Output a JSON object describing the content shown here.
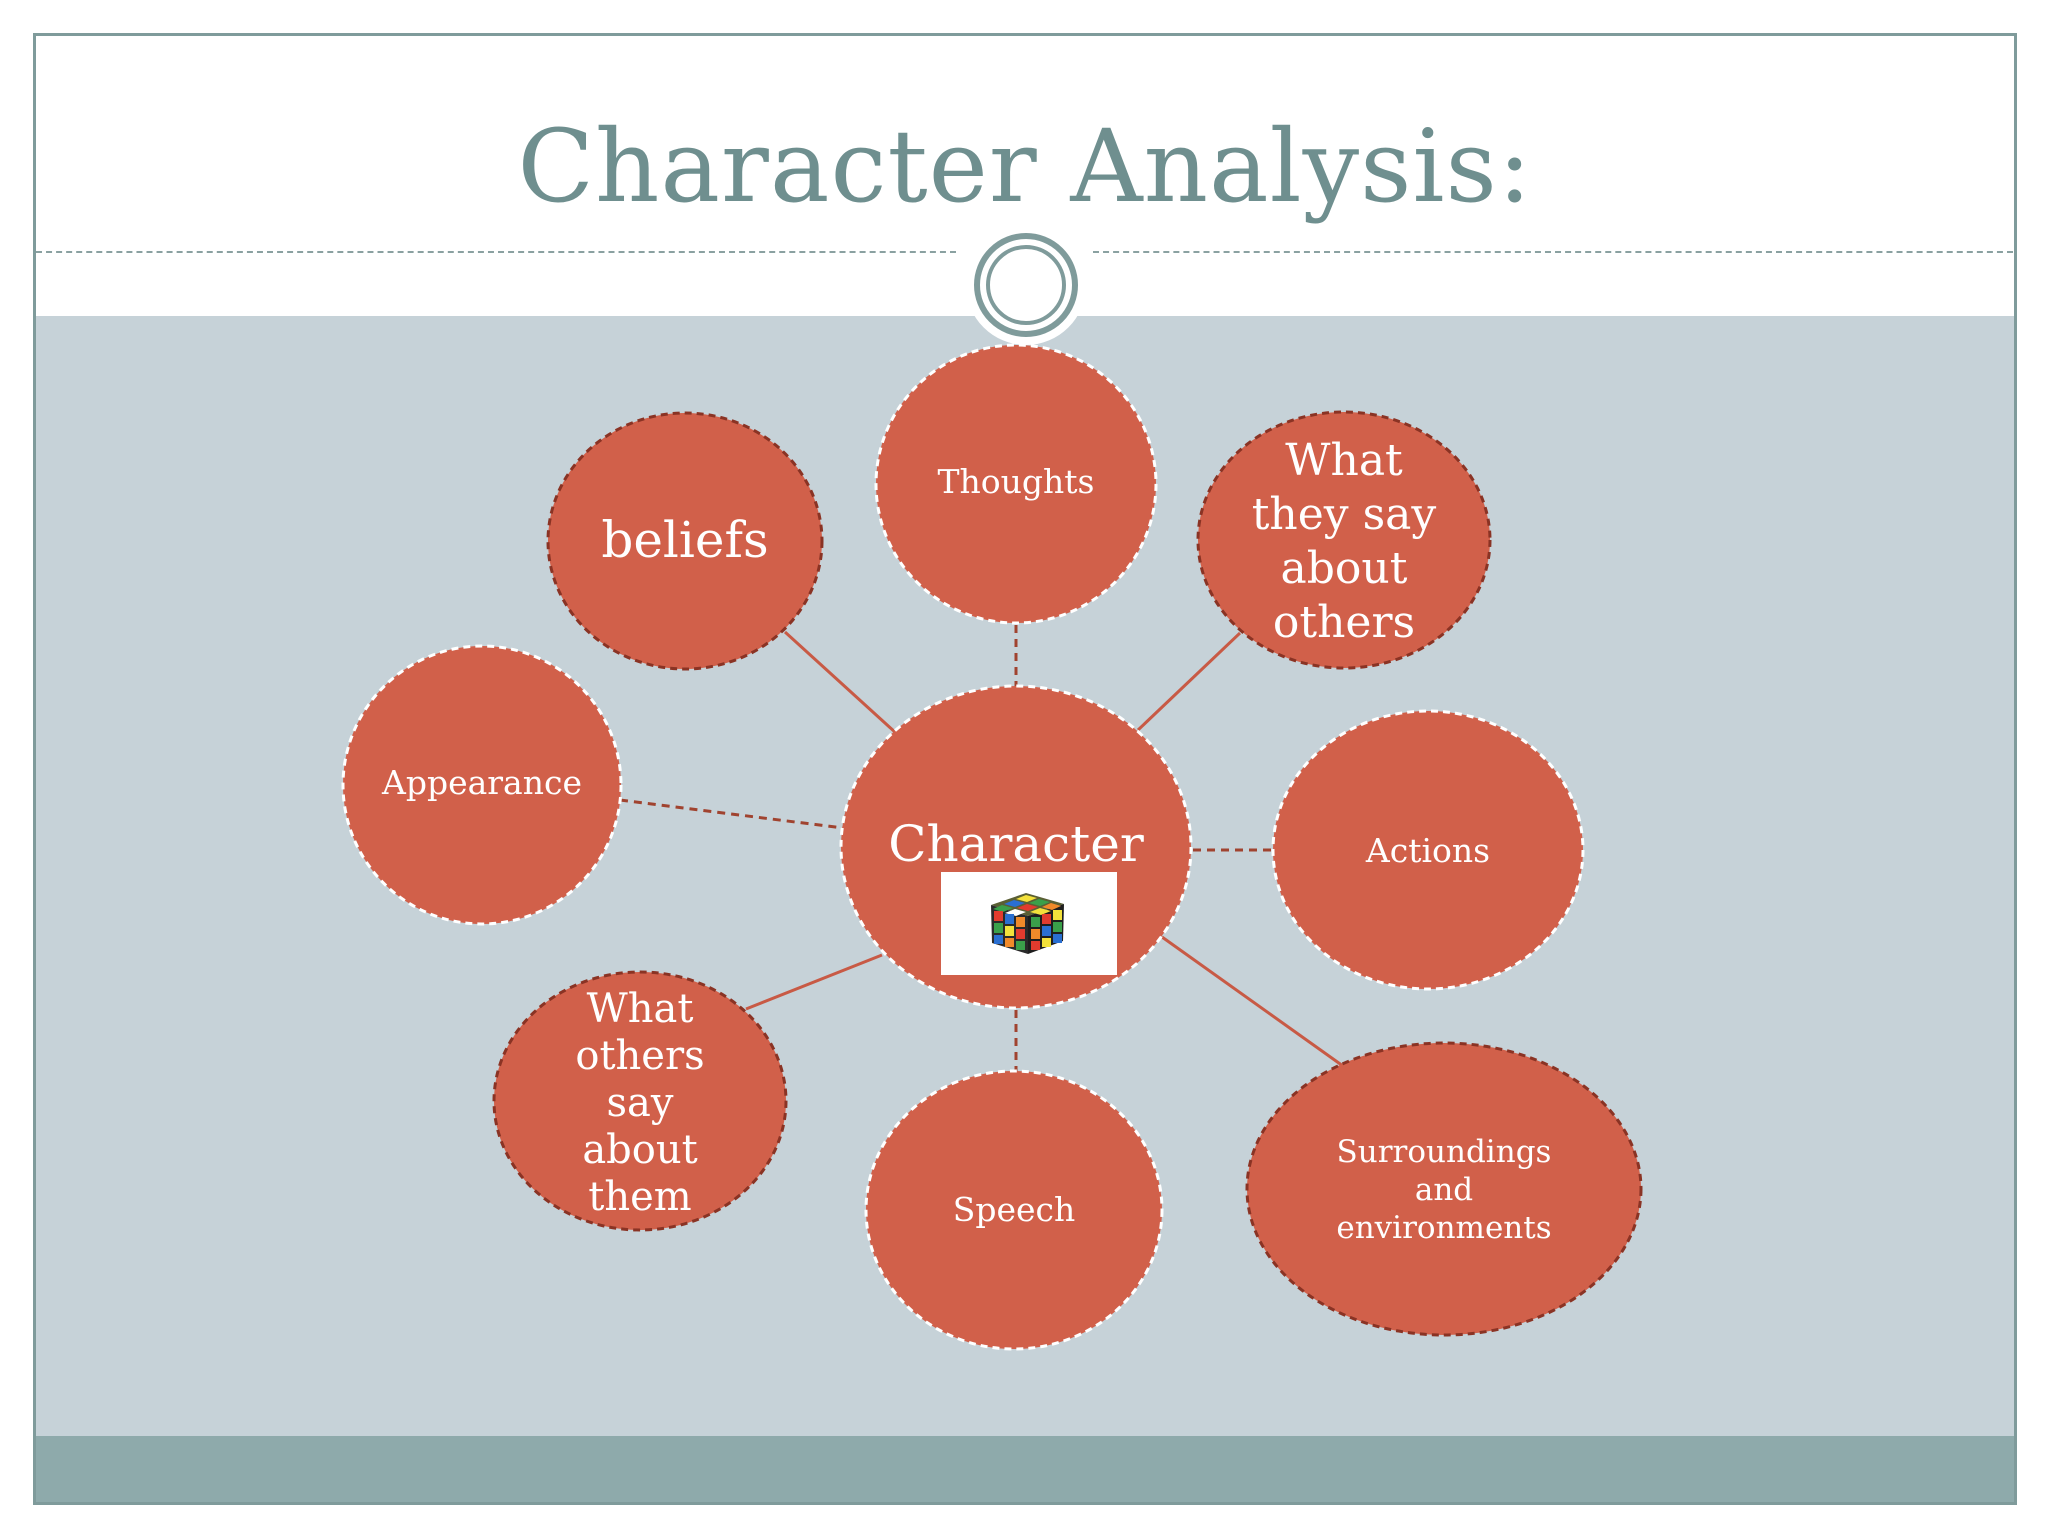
{
  "slide": {
    "title": "Character Analysis:"
  },
  "diagram": {
    "center": {
      "label": "Character",
      "image": "rubiks-cube"
    },
    "nodes": [
      {
        "id": "beliefs",
        "lines": [
          "beliefs"
        ]
      },
      {
        "id": "thoughts",
        "lines": [
          "Thoughts"
        ]
      },
      {
        "id": "what-they-say",
        "lines": [
          "What",
          "they say",
          "about",
          "others"
        ]
      },
      {
        "id": "appearance",
        "lines": [
          "Appearance"
        ]
      },
      {
        "id": "actions",
        "lines": [
          "Actions"
        ]
      },
      {
        "id": "what-others-say",
        "lines": [
          "What",
          "others",
          "say",
          "about",
          "them"
        ]
      },
      {
        "id": "speech",
        "lines": [
          "Speech"
        ]
      },
      {
        "id": "surroundings",
        "lines": [
          "Surroundings",
          "and",
          "environments"
        ]
      }
    ]
  },
  "colors": {
    "node_fill": "#d1604a",
    "node_dark_border": "#8a3324",
    "title_color": "#6f8f8f",
    "body_background": "#c6d2d8",
    "footer_band": "#8eaaab"
  }
}
